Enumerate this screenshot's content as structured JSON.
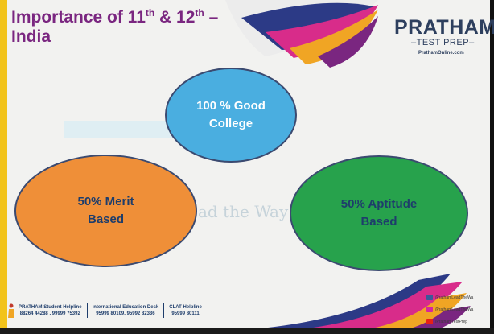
{
  "title": {
    "line1_pre": "Importance of 11",
    "sup1": "th",
    "amp": " & 12",
    "sup2": "th",
    "dash": " –",
    "line2": "India"
  },
  "logo": {
    "name": "PRATHAM",
    "sub": "TEST PREP",
    "url": "PrathamOnline.com"
  },
  "watermark": "ad the Way",
  "bubbles": {
    "top": "100 % Good\nCollege",
    "left": "50% Merit\nBased",
    "right": "50% Aptitude\nBased"
  },
  "footer": {
    "helpline_title": "PRATHAM Student Helpline",
    "helpline_numbers": "88264 44288 , 99999 75392",
    "intl_title": "International Education Desk",
    "intl_numbers": "95999 80109, 95992 82336",
    "clat_title": "CLAT Helpline",
    "clat_numbers": "95999 80111"
  },
  "social": {
    "facebook": "/PrathamLeadTheWa",
    "instagram": "/PrathamLeadTheWa",
    "youtube": "/PrathamTestPrep"
  },
  "colors": {
    "accent_purple": "#7a2680",
    "bubble_blue": "#4aaee0",
    "bubble_orange": "#ef8f38",
    "bubble_green": "#27a24c",
    "navy": "#1e3d6b"
  }
}
